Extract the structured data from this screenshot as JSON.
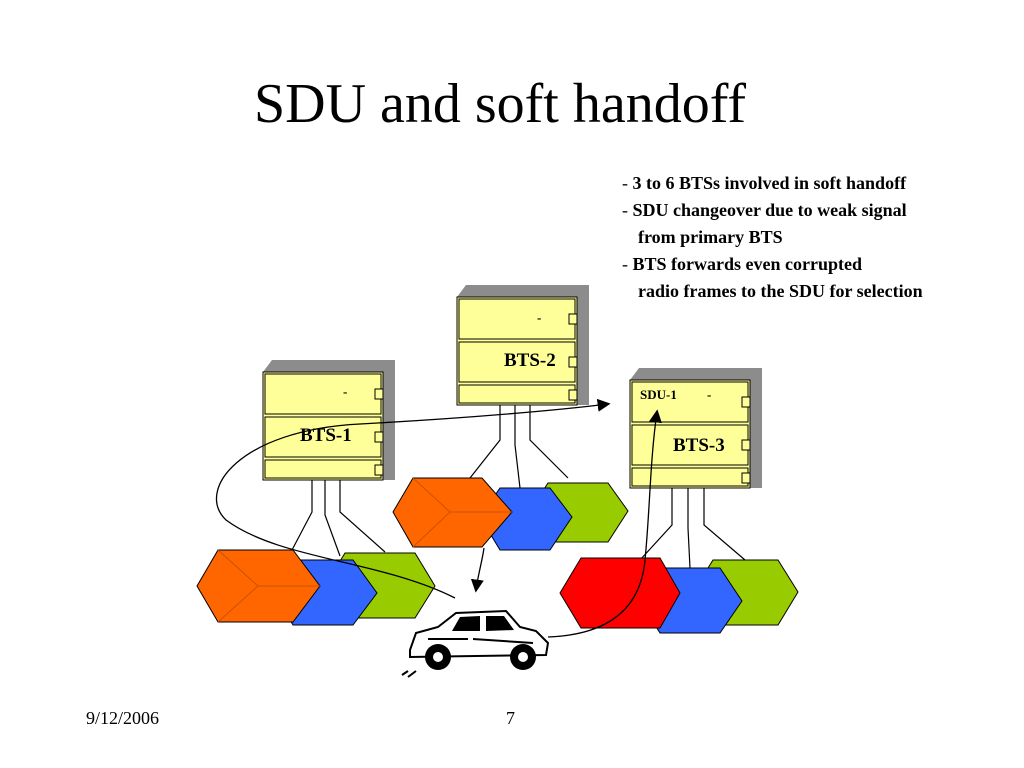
{
  "slide": {
    "title": "SDU and soft handoff",
    "footer_date": "9/12/2006",
    "page_number": "7"
  },
  "bullets": [
    {
      "dash": "- ",
      "text": "3 to 6 BTSs involved in soft handoff"
    },
    {
      "dash": "- ",
      "text": "SDU changeover due to weak signal"
    },
    {
      "dash": "",
      "text": "from primary BTS"
    },
    {
      "dash": "- ",
      "text": "BTS forwards even corrupted"
    },
    {
      "dash": "",
      "text": "radio frames to the SDU for selection"
    }
  ],
  "diagram": {
    "bts1": {
      "label": "BTS-1",
      "top_label": "-"
    },
    "bts2": {
      "label": "BTS-2",
      "top_label": "-"
    },
    "bts3": {
      "label": "BTS-3",
      "top_label": "SDU-1",
      "top_label_dash": "-"
    },
    "colors": {
      "cabinet": "#ffff99",
      "cabinet_side": "#8c8c8c",
      "orange": "#ff6600",
      "blue": "#3366ff",
      "green": "#99cc00",
      "red": "#ff0000"
    },
    "icons": [
      "antenna-icon",
      "sector-hexagon-icon",
      "car-icon",
      "arrow-icon"
    ]
  }
}
